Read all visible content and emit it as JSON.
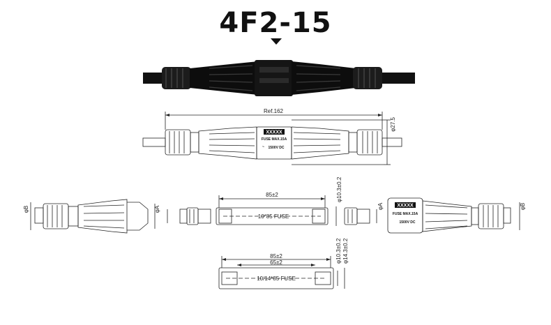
{
  "title": "4F2-15",
  "assembly": {
    "ref_length": "Ref.162",
    "diameter": "φ27.5",
    "brand": "XXXXX",
    "fuse_rating": "FUSE MAX.15A",
    "voltage": "1500V DC"
  },
  "exploded": {
    "label_b_left": "φB",
    "label_a_left": "φA",
    "label_a_right": "φA",
    "label_b_right": "φB",
    "fuse_length": "85±2",
    "fuse_diameter": "φ10.3±0.2",
    "fuse_text": "10*85 FUSE",
    "right_brand": "XXXXX",
    "right_rating": "FUSE MAX.15A",
    "right_voltage": "1500V DC"
  },
  "fuse2": {
    "outer_length": "85±2",
    "inner_length": "65±2",
    "diameter_small": "φ10.3±0.2",
    "diameter_large": "φ14.3±0.2",
    "fuse_text": "10/14*85 FUSE"
  }
}
